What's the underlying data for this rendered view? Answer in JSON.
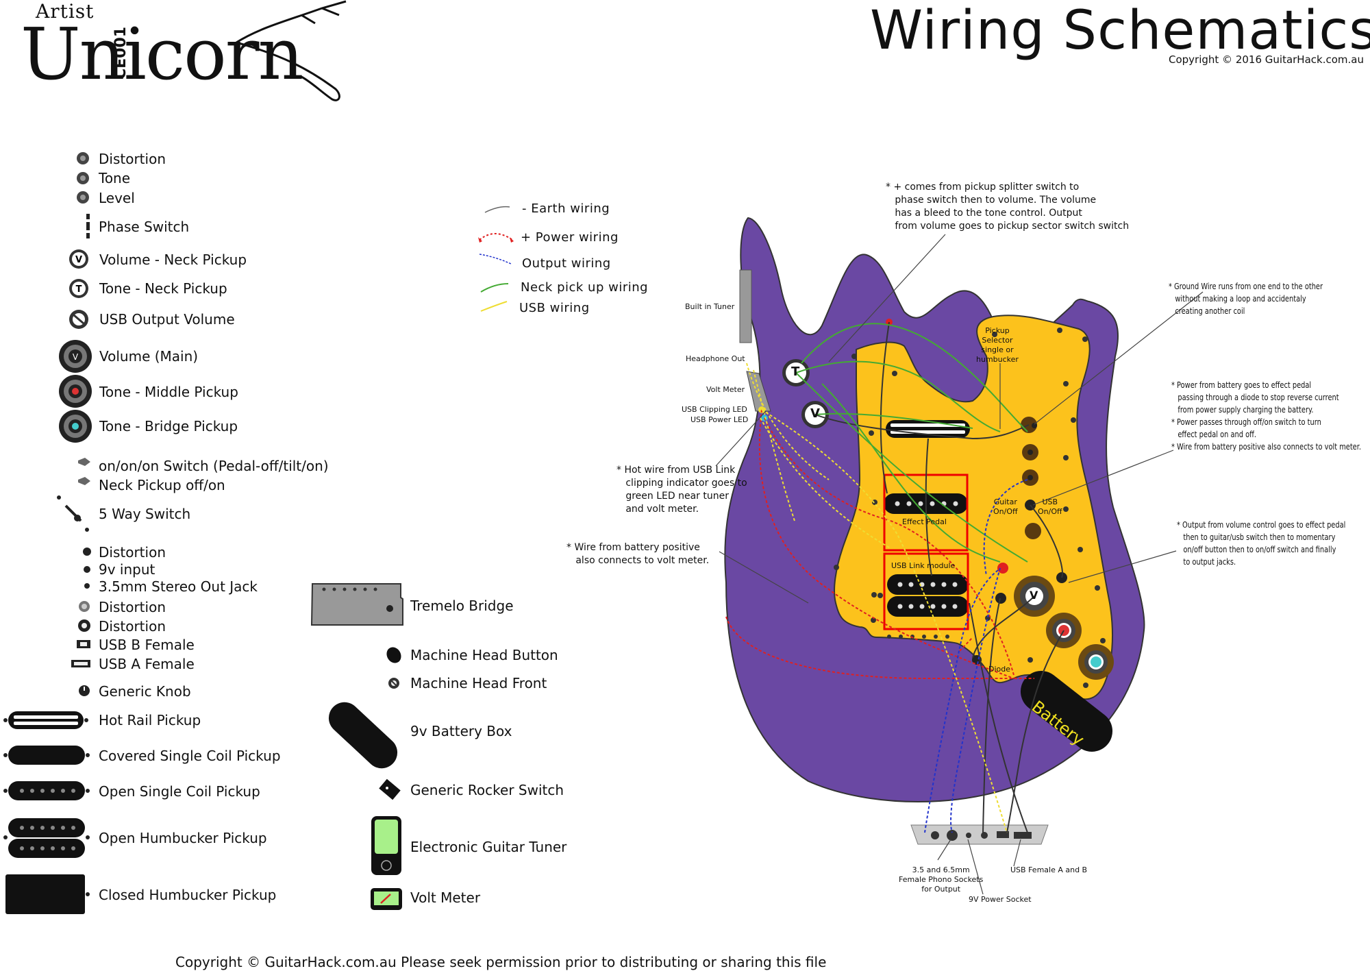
{
  "logo": {
    "artist": "Artist",
    "name": "Unicorn",
    "model": "CE001"
  },
  "header": {
    "title": "Wiring Schematics",
    "copyright": "Copyright © 2016 GuitarHack.com.au"
  },
  "legend": {
    "distortion1": "Distortion",
    "tone1": "Tone",
    "level": "Level",
    "phase_switch": "Phase Switch",
    "volume_neck": "Volume - Neck Pickup",
    "tone_neck": "Tone - Neck Pickup",
    "usb_output_volume": "USB Output Volume",
    "volume_main": "Volume (Main)",
    "tone_middle": "Tone - Middle Pickup",
    "tone_bridge": "Tone - Bridge Pickup",
    "onon_switch": "on/on/on Switch (Pedal-off/tilt/on)",
    "neck_offon": "Neck Pickup off/on",
    "five_way": "5 Way Switch",
    "distortion2": "Distortion",
    "nine_v_input": "9v input",
    "stereo_jack": "3.5mm Stereo Out Jack",
    "distortion3": "Distortion",
    "distortion4": "Distortion",
    "usb_b": "USB B Female",
    "usb_a": "USB A Female",
    "generic_knob": "Generic Knob",
    "hot_rail": "Hot Rail Pickup",
    "covered_single": "Covered Single Coil Pickup",
    "open_single": "Open Single Coil Pickup",
    "open_humbucker": "Open Humbucker Pickup",
    "closed_humbucker": "Closed Humbucker Pickup",
    "tremelo": "Tremelo Bridge",
    "machine_button": "Machine Head Button",
    "machine_front": "Machine Head Front",
    "battery_box": "9v Battery Box",
    "rocker": "Generic Rocker Switch",
    "tuner": "Electronic Guitar Tuner",
    "volt_meter": "Volt Meter"
  },
  "wiring_legend": {
    "earth": "- Earth wiring",
    "power": "+ Power wiring",
    "output": "Output wiring",
    "neck": "Neck pick up wiring",
    "usb": "USB wiring"
  },
  "colors": {
    "body": "#6a48a3",
    "pickguard": "#fcc21c",
    "earth": "#555555",
    "power": "#e02020",
    "output": "#2233cc",
    "neck": "#44aa33",
    "usb": "#eedd33",
    "tuner_screen": "#a8f08a"
  },
  "notes": {
    "phase": "* + comes from pickup splitter switch to\n   phase switch then to volume. The volume\n   has a bleed to the tone control. Output\n   from volume goes to pickup sector switch switch",
    "ground": "* Ground Wire runs from one end to the other\n   without making a loop and accidentaly\n   creating another coil",
    "power": "* Power from battery goes to effect pedal\n   passing through a diode to stop reverse current\n   from power supply charging the battery.\n* Power passes through off/on switch to turn\n   effect pedal on and off.\n* Wire from battery positive also connects to volt meter.",
    "usb_link": "* Hot wire from USB Link\n   clipping indicator goes to\n   green LED near tuner\n   and volt meter.",
    "battery_pos": "* Wire from battery positive\n   also connects to volt meter.",
    "output_chain": "* Output from volume control goes to effect pedal\n   then to guitar/usb switch then to momentary\n   on/off button then to on/off switch and finally\n   to output jacks."
  },
  "labels": {
    "built_in_tuner": "Built in Tuner",
    "headphone_out": "Headphone Out",
    "volt_meter": "Volt Meter",
    "usb_clip_led": "USB Clipping LED",
    "usb_power_led": "USB Power LED",
    "pickup_selector": "Pickup\nSelector\nsingle or\nhumbucker",
    "guitar_onoff": "Guitar\nOn/Off",
    "usb_onoff": "USB\nOn/Off",
    "effect_pedal": "Effect Pedal",
    "usb_link_module": "USB Link module",
    "diode": "Diode",
    "battery": "Battery",
    "phono_sockets": "3.5 and 6.5mm\nFemale Phono Sockets\nfor Output",
    "usb_female_ab": "USB Female A and B",
    "power_socket": "9V Power Socket",
    "knob_v": "V",
    "knob_t": "T"
  },
  "footer": {
    "copyright": "Copyright © GuitarHack.com.au  Please seek permission prior to distributing or sharing this file"
  }
}
